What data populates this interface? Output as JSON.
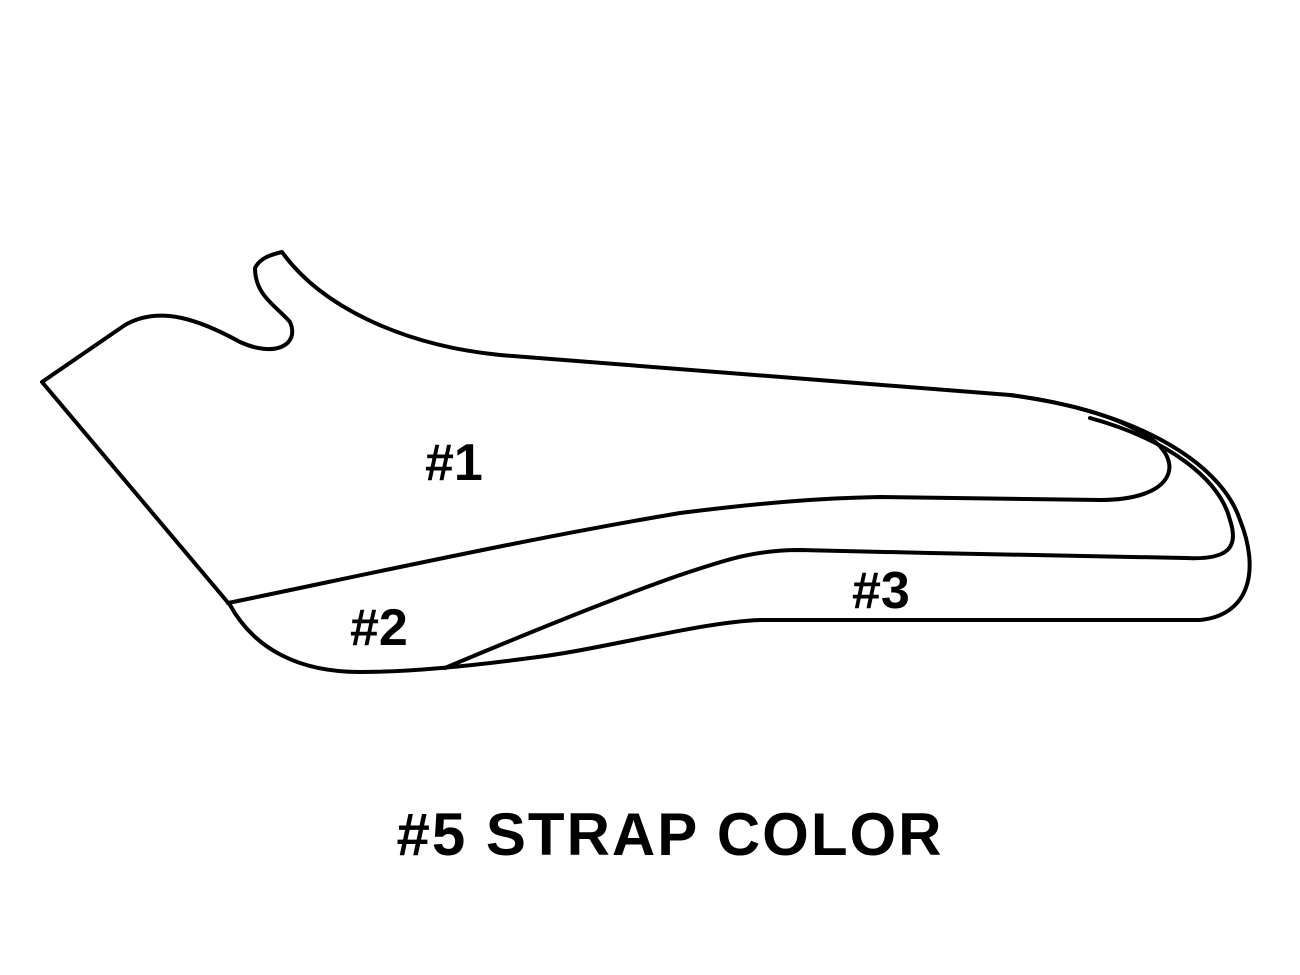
{
  "panels": [
    {
      "id": "panel-1",
      "label": "#1"
    },
    {
      "id": "panel-2",
      "label": "#2"
    },
    {
      "id": "panel-3",
      "label": "#3"
    }
  ],
  "caption": "#5 STRAP COLOR",
  "colors": {
    "stroke": "#000000",
    "background": "#ffffff"
  }
}
